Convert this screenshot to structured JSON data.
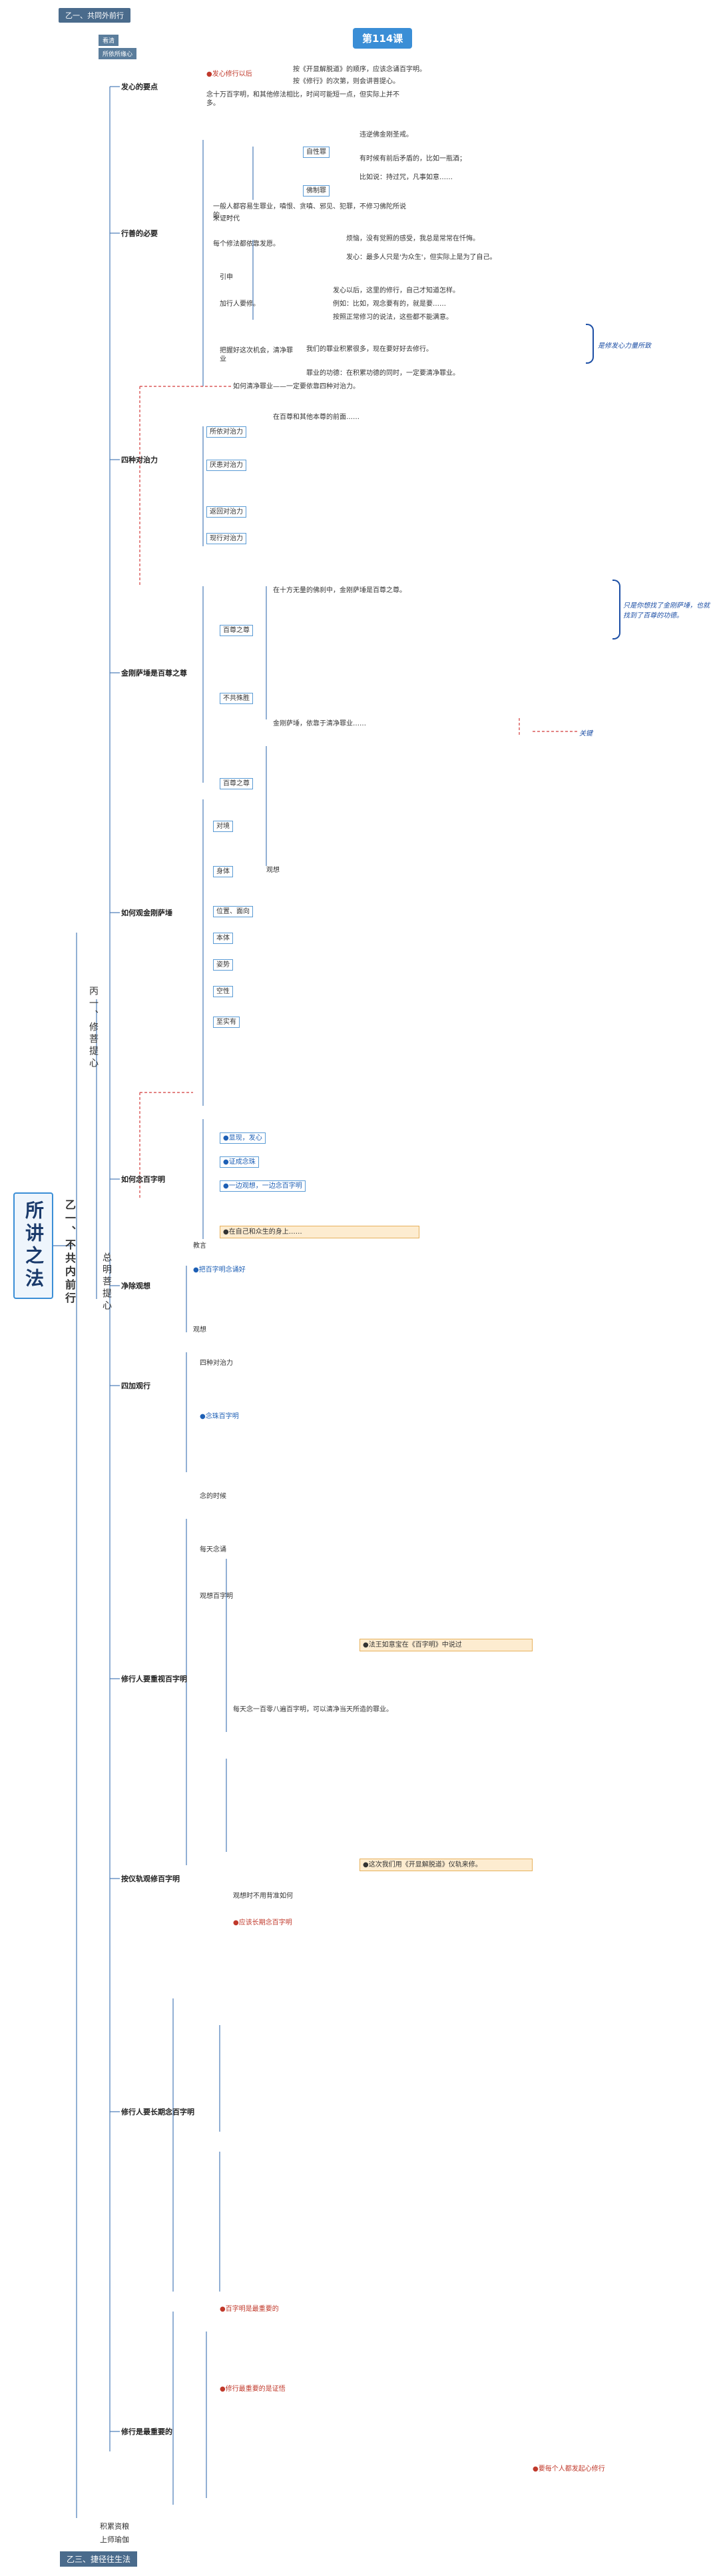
{
  "header": {
    "tag1": "乙一、共同外前行",
    "tag2": "看清",
    "tag3": "所依所缘心",
    "lesson": "第114课"
  },
  "main_title": "所讲之法",
  "level1": [
    "乙一、不共内前行",
    "丙一、修菩提心"
  ],
  "level2": "总明菩提心",
  "bottom": {
    "tag1": "积累资粮",
    "tag2": "上师瑜伽",
    "tag3": "乙三、捷径往生法"
  },
  "sections": {
    "s1": "发心的要点",
    "s2": "行善的必要",
    "s3": "四种对治力",
    "s4": "金刚萨埵是百尊之尊",
    "s5": "如何观金刚萨埵",
    "s6": "如何念百字明",
    "s7": "净除观想",
    "s8": "四加观行",
    "s9": "修行人要重视百字明",
    "s10": "按仪轨观修百字明",
    "s11": "修行人要长期念百字明",
    "s12": "修行是最重要的"
  },
  "nodes": [
    "●发心修行以后",
    "按《开显解脱道》的顺序，应该念诵百字明。",
    "按《修行》的次第，则会讲菩提心。",
    "念十万百字明，和其他修法相比，时间可能短一点，但实际上并不多。",
    "自性罪",
    "佛制罪",
    "违逆佛金刚圣戒。",
    "有时候有前后矛盾的，比如一瓶酒；",
    "比如说：持过咒，凡事如意……",
    "未证时代",
    "一般人都容易生罪业，嗔恨、贪嗔、邪见、犯罪，不修习佛陀所说的……",
    "每个修法都依靠发愿。",
    "烦恼，没有觉照的感受，我总是常常在忏悔。",
    "发心：最多人只是'为众生'，但实际上是为了自己。",
    "引申",
    "加行人要修。",
    "发心以后，这里的修行，自己才知道怎样。",
    "例如：比如，观念要有的，就是要……",
    "按照正常修习的说法，这些都不能满意。",
    "把握好这次机会，清净罪业",
    "我们的罪业积累很多，现在要好好去修行。",
    "罪业的功德：在积累功德的同时，一定要清净罪业。",
    "如何清净罪业——一定要依靠四种对治力。",
    "所依对治力",
    "厌患对治力",
    "返回对治力",
    "现行对治力",
    "在百尊和其他本尊的前面……",
    "金刚萨埵是百尊之尊",
    "百尊之尊",
    "在十方无量的佛刹中，金刚萨埵是百尊之尊。",
    "不共殊胜",
    "金刚萨埵，依靠于清净罪业……",
    "百尊之尊",
    "对境",
    "身体",
    "观想",
    "位置、面向",
    "本体",
    "姿势",
    "空性",
    "至实有",
    "●显现，发心",
    "●证成念珠",
    "●一边观想，一边念百字明",
    "教言",
    "●在自己和众生的身上……",
    "●把百字明念诵好",
    "观想",
    "四种对治力",
    "●念珠百字明",
    "念的时候",
    "每天念诵",
    "观想百字明",
    "●法王如意宝在《百字明》中说过",
    "每天念一百零八遍百字明，可以清净当天所造的罪业。",
    "●这次我们用《开显解脱道》仪轨来修。",
    "观想时不用背准如何",
    "●应该长期念百字明",
    "●百字明是最重要的",
    "●修行最重要的是证悟",
    "●要每个人都发起心修行"
  ],
  "annotations": {
    "a1": "是修发心力量所致",
    "a2": "只是你想找了金刚萨埵，也就找到了百尊的功德。",
    "a3": "关键"
  }
}
